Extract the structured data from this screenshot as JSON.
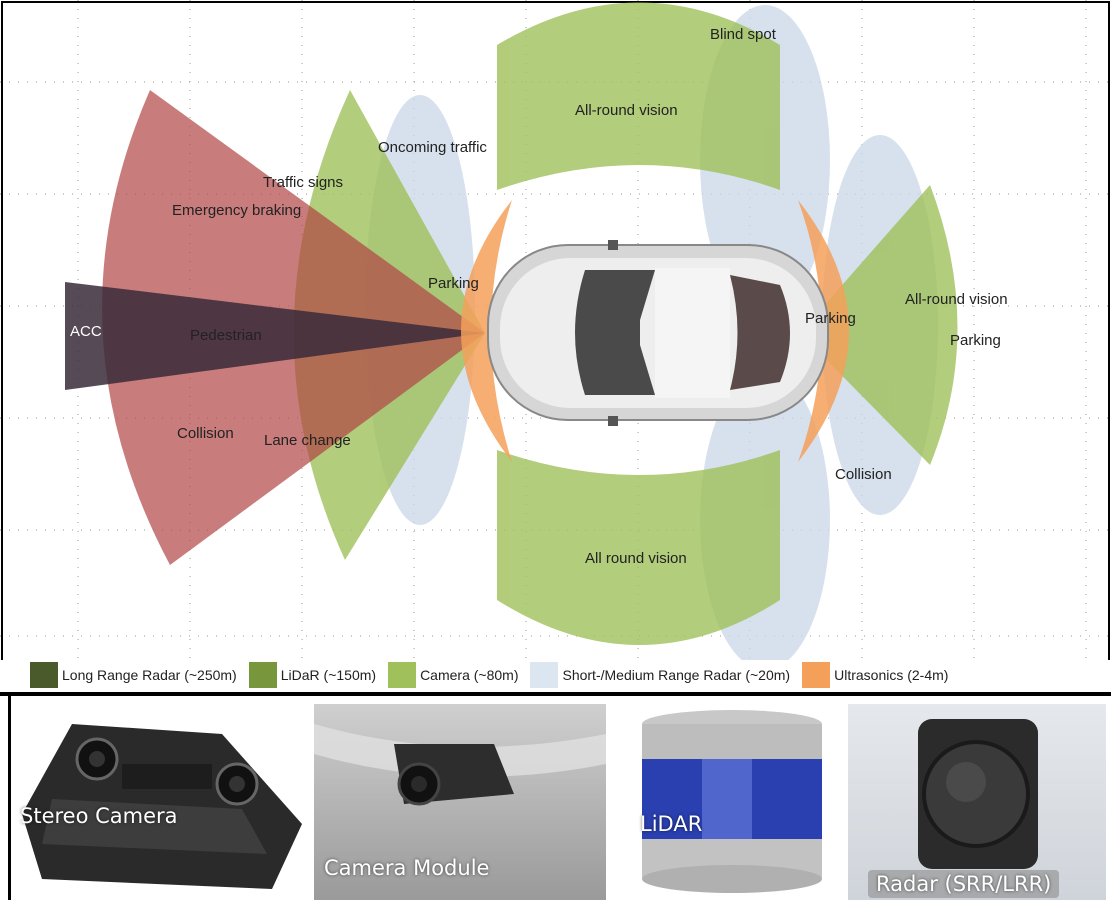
{
  "diagram": {
    "zone_labels": {
      "blind_spot": "Blind spot",
      "all_round_vision_top": "All-round vision",
      "oncoming_traffic": "Oncoming traffic",
      "traffic_signs": "Traffic signs",
      "emergency_braking": "Emergency braking",
      "parking_front": "Parking",
      "acc": "ACC",
      "pedestrian": "Pedestrian",
      "collision_front": "Collision",
      "lane_change": "Lane change",
      "parking_rear": "Parking",
      "all_round_vision_rear": "All-round vision",
      "parking_rear_right": "Parking",
      "collision_rear": "Collision",
      "all_round_vision_bottom": "All round vision"
    },
    "legend": [
      {
        "label": "Long Range Radar (~250m)",
        "color": "#4a5a2a"
      },
      {
        "label": "LiDaR (~150m)",
        "color": "#78963c"
      },
      {
        "label": "Camera (~80m)",
        "color": "#9fc05a"
      },
      {
        "label": "Short-/Medium Range Radar (~20m)",
        "color": "#dce6f0"
      },
      {
        "label": "Ultrasonics (2-4m)",
        "color": "#f5a05a"
      }
    ]
  },
  "sensors": [
    {
      "caption": "Stereo Camera",
      "icon": "stereo-camera-icon"
    },
    {
      "caption": "Camera Module",
      "icon": "camera-module-icon"
    },
    {
      "caption": "LiDAR",
      "icon": "lidar-icon"
    },
    {
      "caption": "Radar (SRR/LRR)",
      "icon": "radar-icon"
    }
  ]
}
